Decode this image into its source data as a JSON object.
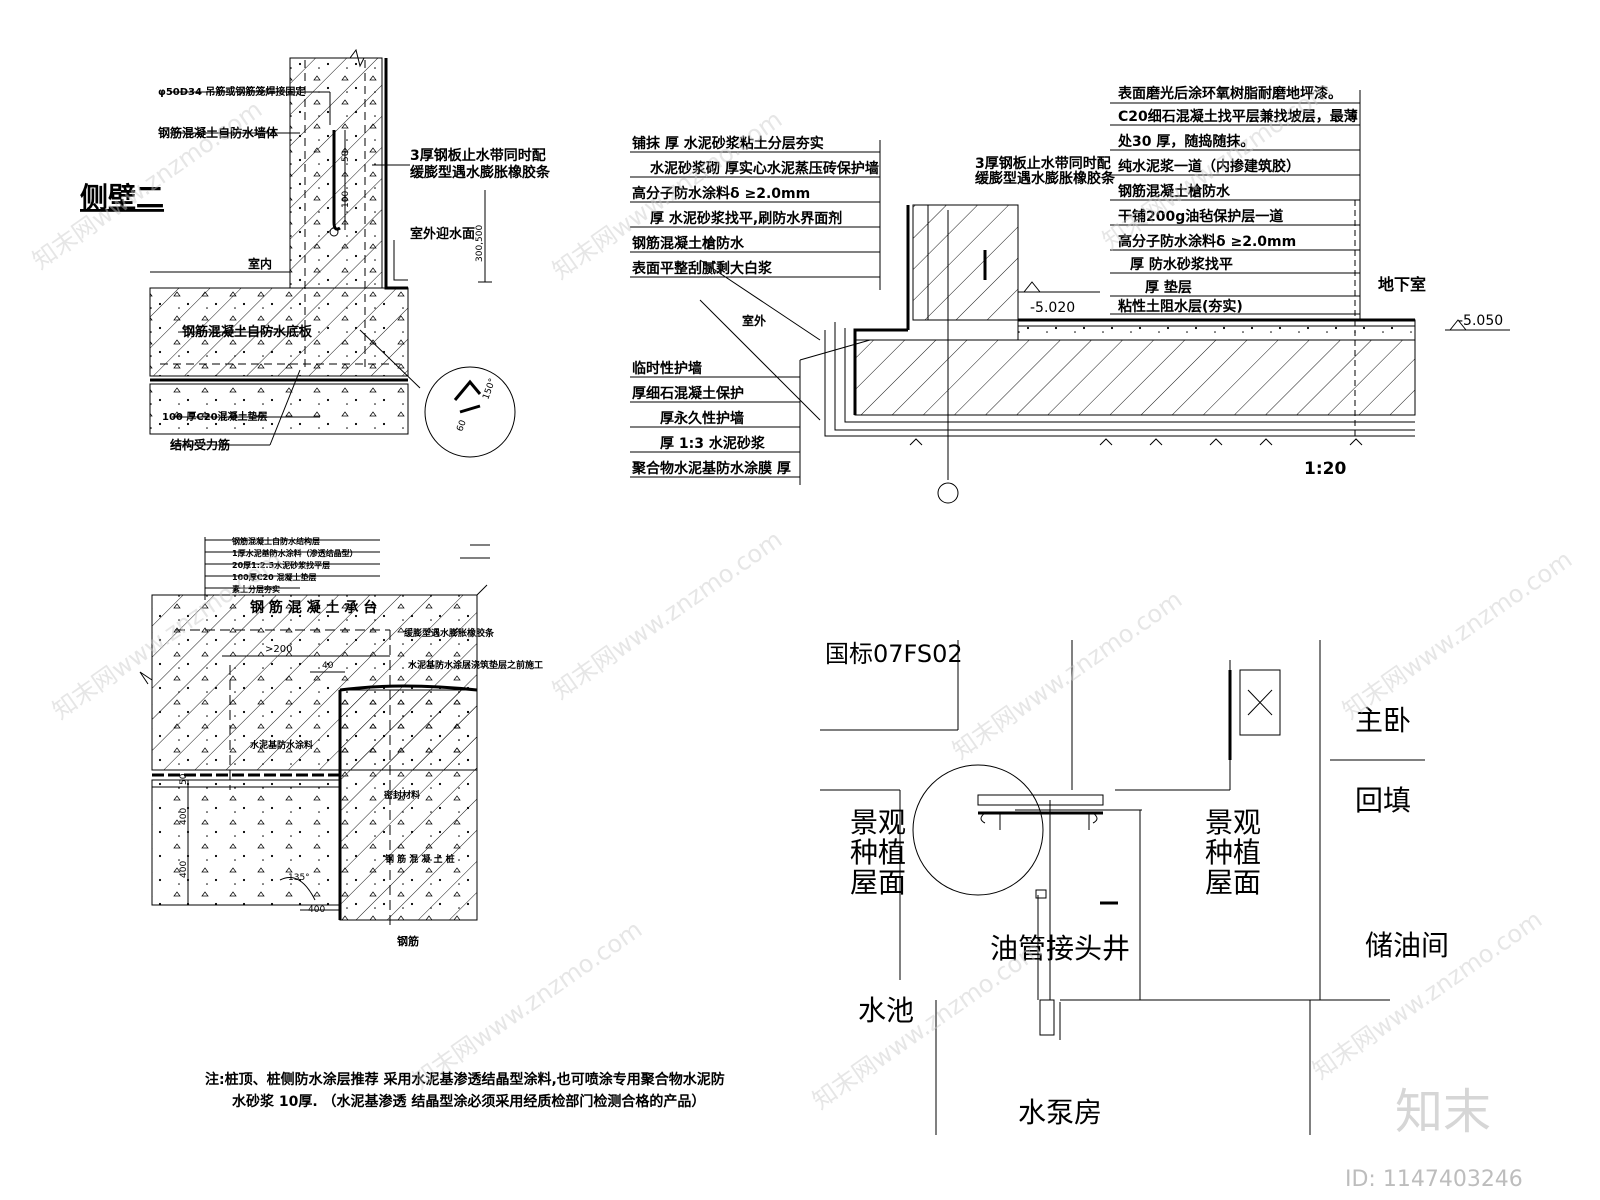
{
  "top_left": {
    "title": "侧壁二",
    "labels": [
      "φ50D34 吊筋或钢筋笼焊接固定",
      "钢筋混凝土自防水墙体",
      "3厚钢板止水带同时配",
      "缓膨型遇水膨胀橡胶条",
      "室外迎水面",
      "室内",
      "钢筋混凝土自防水底板",
      "100 厚C20混凝土垫层",
      "结构受力筋"
    ],
    "dims": [
      "50",
      "100",
      "300,500",
      "60",
      "150°"
    ]
  },
  "top_right": {
    "left_callouts": [
      "铺抹  厚  水泥砂浆粘土分层夯实",
      "水泥砂浆砌  厚实心水泥蒸压砖保护墙",
      "高分子防水涂料δ ≥2.0mm",
      "厚  水泥砂浆找平,刷防水界面剂",
      "钢筋混凝土槍防水",
      "表面平整刮腻剩大白浆",
      "临时性护墙",
      "厚细石混凝土保护",
      "厚永久性护墙",
      "厚 1:3  水泥砂浆",
      "聚合物水泥基防水涂膜  厚"
    ],
    "middle_callout": [
      "3厚钢板止水带同时配",
      "缓膨型遇水膨胀橡胶条"
    ],
    "outside_label": "室外",
    "right_callouts": [
      "表面磨光后涂环氧树脂耐磨地坪漆。",
      "C20细石混凝土找平层兼找坡层，最薄",
      "处30 厚，随捣随抹。",
      "纯水泥浆一道（内掺建筑胶）",
      "钢筋混凝土槍防水",
      "干铺200g油毡保护层一道",
      "高分子防水涂料δ ≥2.0mm",
      "厚   防水砂浆找平",
      "厚   垫层",
      "粘性土阻水层(夯实)"
    ],
    "basement_label": "地下室",
    "elev_1": "-5.020",
    "elev_2": "-5.050",
    "scale": "1:20"
  },
  "bottom_left": {
    "layers": [
      "钢筋混凝土自防水结构层",
      "1厚水泥基防水涂料（渗透结晶型）",
      "20厚1:2.5水泥砂浆找平层",
      "100厚C20 混凝土垫层",
      "素土分层夯实"
    ],
    "pile_cap": "钢 筋 混 凝 土 承 台",
    "rubber_strip": "缓膨型遇水膨胀橡胶条",
    "coating_note": "水泥基防水涂层浇筑垫层之前施工",
    "coating": "水泥基防水涂料",
    "seal": "密封材料",
    "pile": "钢 筋 混 凝 土 桩",
    "rebar": "钢筋",
    "dims": [
      ">200",
      "40",
      "50",
      "400",
      "400",
      "135°",
      "400"
    ],
    "note_line1": "注:桩顶、桩侧防水涂层推荐 采用水泥基渗透结晶型涂料,也可喷涂专用聚合物水泥防",
    "note_line2": "水砂浆  10厚. （水泥基渗透 结晶型涂必须采用经质检部门检测合格的产品）"
  },
  "bottom_right": {
    "standard": "国标07FS02",
    "rooms": {
      "master": "主卧",
      "backfill": "回填",
      "landscape_l": [
        "景观",
        "种植",
        "屋面"
      ],
      "landscape_r": [
        "景观",
        "种植",
        "屋面"
      ],
      "oil_well": "油管接头井",
      "oil_storage": "储油间",
      "pool": "水池",
      "pump": "水泵房"
    }
  },
  "brand": {
    "logo": "知末",
    "id": "ID: 1147403246",
    "watermark": "知末网www.znzmo.com"
  }
}
